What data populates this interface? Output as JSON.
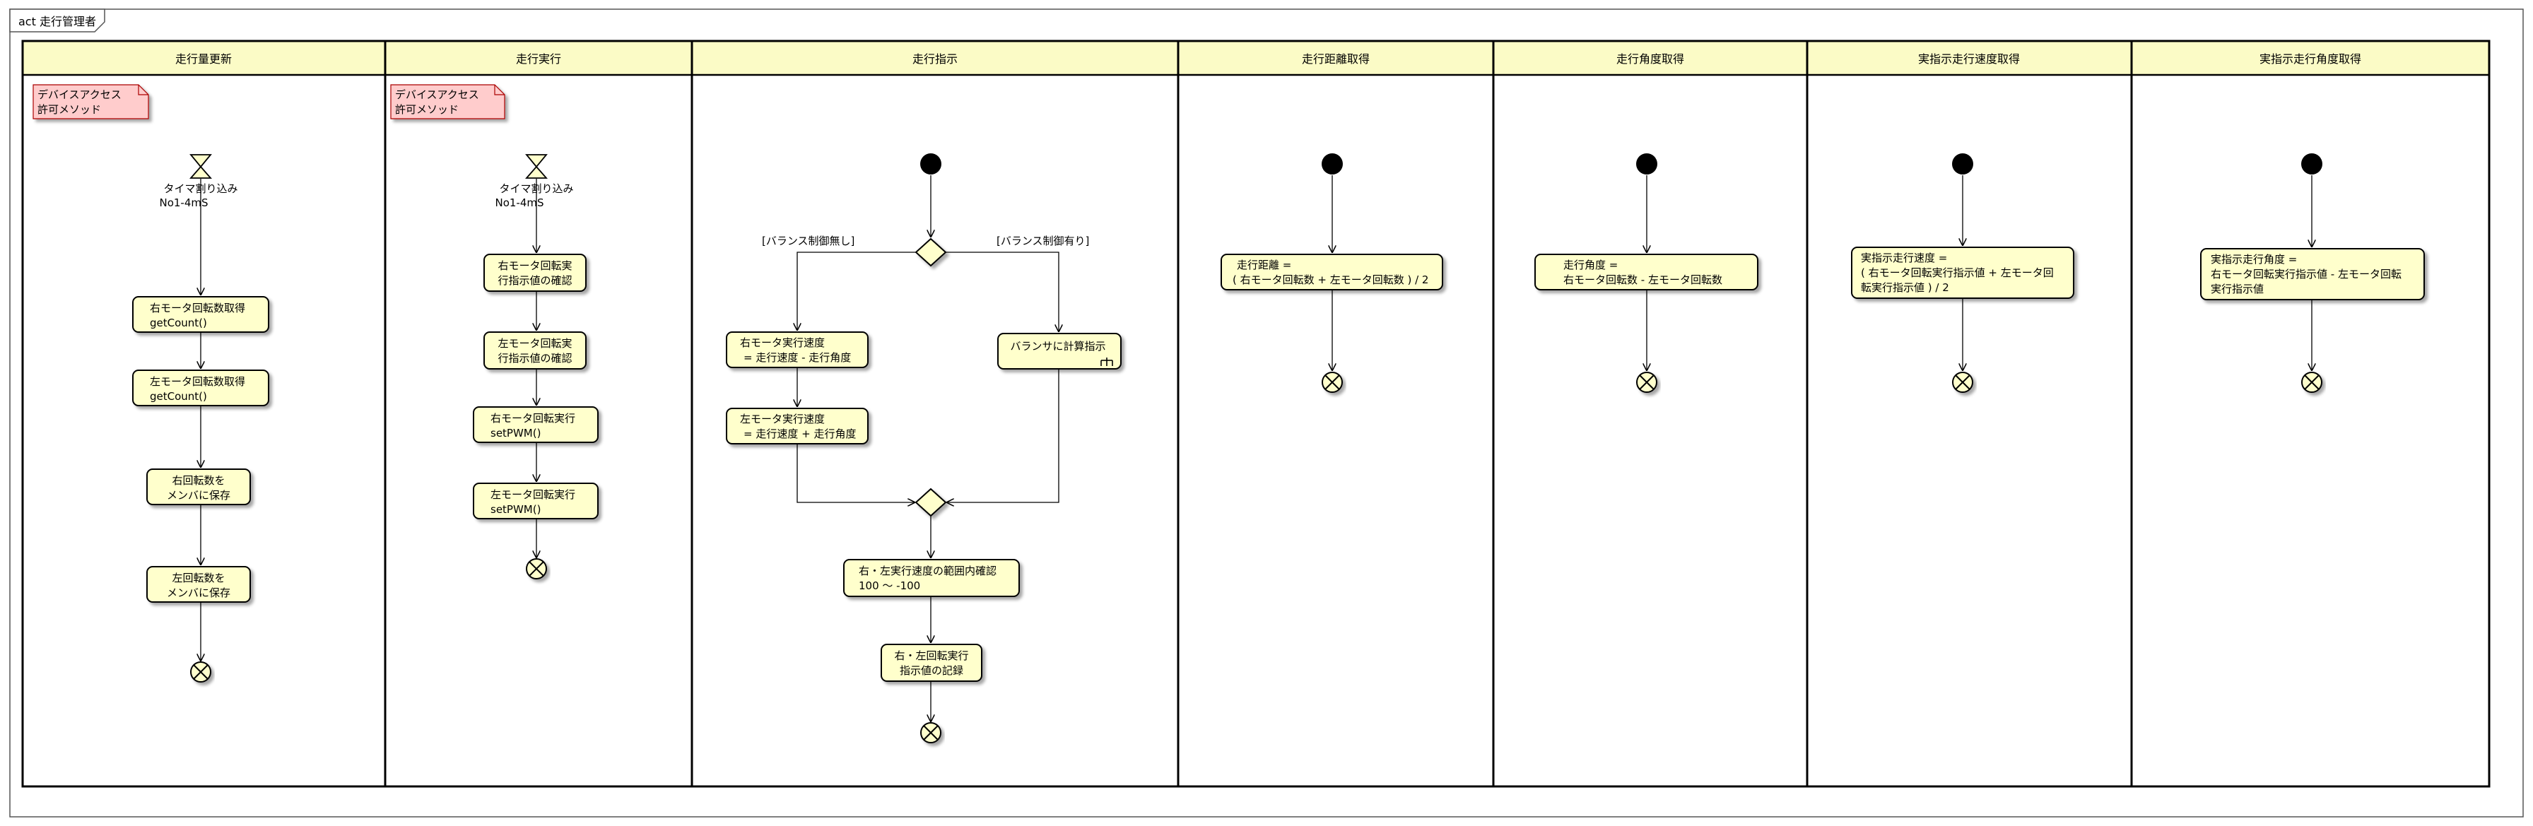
{
  "frame": {
    "title": "act 走行管理者"
  },
  "lanes": [
    {
      "title": "走行量更新"
    },
    {
      "title": "走行実行"
    },
    {
      "title": "走行指示"
    },
    {
      "title": "走行距離取得"
    },
    {
      "title": "走行角度取得"
    },
    {
      "title": "実指示走行速度取得"
    },
    {
      "title": "実指示走行角度取得"
    }
  ],
  "notes": {
    "lane1": [
      "デバイスアクセス",
      "許可メソッド"
    ],
    "lane2": [
      "デバイスアクセス",
      "許可メソッド"
    ]
  },
  "timers": {
    "lane1": [
      "タイマ割り込み",
      "No1-4mS"
    ],
    "lane2": [
      "タイマ割り込み",
      "No1-4mS"
    ]
  },
  "actions": {
    "lane1": [
      [
        "右モータ回転数取得",
        "getCount()"
      ],
      [
        "左モータ回転数取得",
        "getCount()"
      ],
      [
        "右回転数を",
        "メンバに保存"
      ],
      [
        "左回転数を",
        "メンバに保存"
      ]
    ],
    "lane2": [
      [
        "右モータ回転実",
        "行指示値の確認"
      ],
      [
        "左モータ回転実",
        "行指示値の確認"
      ],
      [
        "右モータ回転実行",
        "setPWM()"
      ],
      [
        "左モータ回転実行",
        "setPWM()"
      ]
    ],
    "lane3": {
      "right_speed": [
        "右モータ実行速度",
        "= 走行速度 - 走行角度"
      ],
      "left_speed": [
        "左モータ実行速度",
        "= 走行速度 + 走行角度"
      ],
      "balancer": "バランサに計算指示",
      "range_check": [
        "右・左実行速度の範囲内確認",
        "100 〜 -100"
      ],
      "record": [
        "右・左回転実行",
        "指示値の記録"
      ]
    },
    "lane4": [
      "走行距離 =",
      "( 右モータ回転数 + 左モータ回転数 ) / 2"
    ],
    "lane5": [
      "走行角度 =",
      "右モータ回転数 - 左モータ回転数"
    ],
    "lane6": [
      "実指示走行速度 =",
      "( 右モータ回転実行指示値 + 左モータ回",
      "転実行指示値 ) / 2"
    ],
    "lane7": [
      "実指示走行角度 =",
      "右モータ回転実行指示値 - 左モータ回転",
      "実行指示値"
    ]
  },
  "guards": {
    "no_balance": "[バランス制御無し]",
    "with_balance": "[バランス制御有り]"
  },
  "colors": {
    "action_fill": "#ffffcc",
    "header_fill": "#fbfbc6",
    "note_fill": "#ffcccc",
    "line": "#000000"
  }
}
